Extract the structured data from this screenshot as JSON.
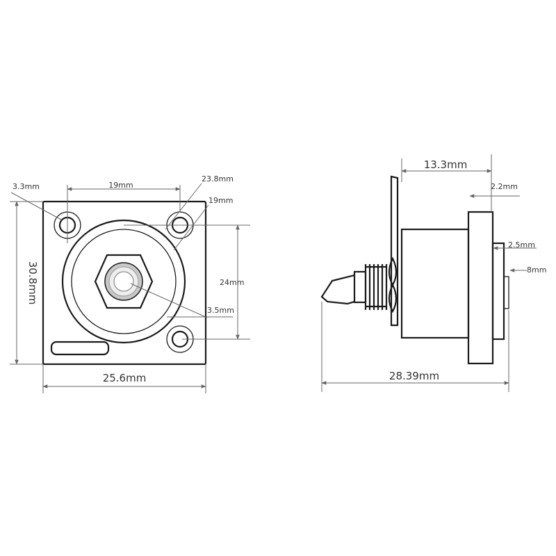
{
  "front_view": {
    "width_label": "25.6mm",
    "height_label": "30.8mm",
    "hole_spacing_label": "19mm",
    "hole_diameter_label": "3.3mm",
    "diagonal_label": "23.8mm",
    "diagonal_offset_label": "19mm",
    "vertical_spacing_label": "24mm",
    "jack_hole_label": "3.5mm"
  },
  "side_view": {
    "total_length_label": "28.39mm",
    "body_length_label": "13.3mm",
    "flange_label": "2.2mm",
    "step_label": "2.5mm",
    "pin_label": "8mm"
  }
}
